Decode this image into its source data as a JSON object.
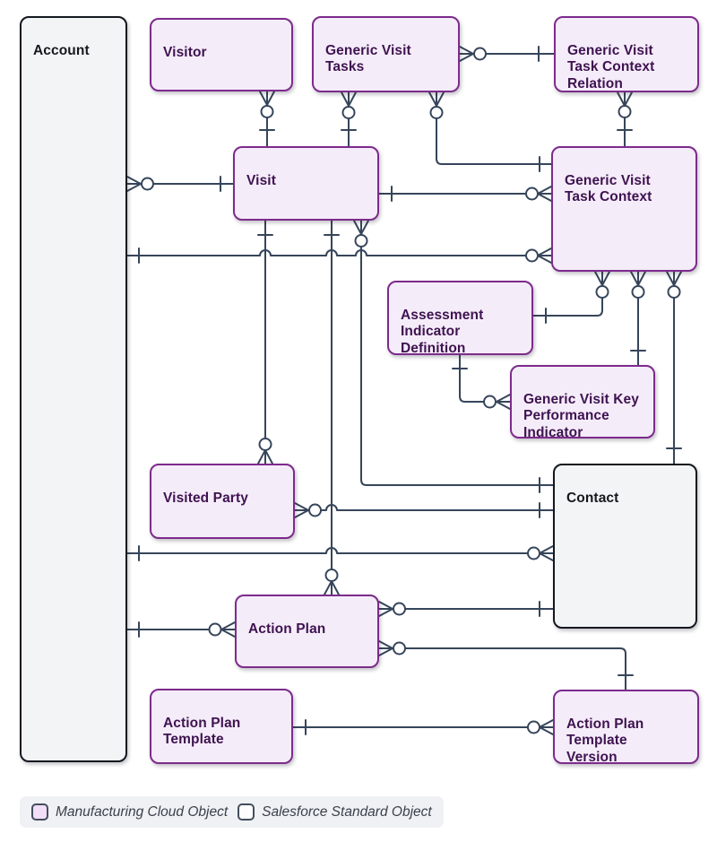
{
  "diagram": {
    "kind": "entity-relationship-diagram",
    "notation": "crows-foot"
  },
  "entities": {
    "account": {
      "label": "Account",
      "category": "Salesforce Standard Object"
    },
    "visitor": {
      "label": "Visitor",
      "category": "Manufacturing Cloud Object"
    },
    "generic_visit_tasks": {
      "label": "Generic Visit\nTasks",
      "category": "Manufacturing Cloud Object"
    },
    "generic_visit_task_context_relation": {
      "label": "Generic Visit\nTask Context\nRelation",
      "category": "Manufacturing Cloud Object"
    },
    "visit": {
      "label": "Visit",
      "category": "Manufacturing Cloud Object"
    },
    "generic_visit_task_context": {
      "label": "Generic Visit\nTask Context",
      "category": "Manufacturing Cloud Object"
    },
    "assessment_indicator_definition": {
      "label": "Assessment\nIndicator\nDefinition",
      "category": "Manufacturing Cloud Object"
    },
    "generic_visit_key_performance_indicator": {
      "label": "Generic Visit Key\nPerformance\nIndicator",
      "category": "Manufacturing Cloud Object"
    },
    "visited_party": {
      "label": "Visited Party",
      "category": "Manufacturing Cloud Object"
    },
    "contact": {
      "label": "Contact",
      "category": "Salesforce Standard Object"
    },
    "action_plan": {
      "label": "Action Plan",
      "category": "Manufacturing Cloud Object"
    },
    "action_plan_template": {
      "label": "Action Plan\nTemplate",
      "category": "Manufacturing Cloud Object"
    },
    "action_plan_template_version": {
      "label": "Action Plan\nTemplate\nVersion",
      "category": "Manufacturing Cloud Object"
    }
  },
  "relationships": [
    {
      "one_side": "Visit",
      "many_side": "Visitor",
      "many_cardinality": "zero-or-many"
    },
    {
      "one_side": "Visit",
      "many_side": "Generic Visit Tasks",
      "many_cardinality": "zero-or-many"
    },
    {
      "one_side": "Generic Visit Task Context",
      "many_side": "Generic Visit Tasks",
      "many_cardinality": "zero-or-many"
    },
    {
      "one_side": "Generic Visit Task Context Relation",
      "many_side": "Generic Visit Tasks",
      "many_cardinality": "zero-or-many"
    },
    {
      "one_side": "Generic Visit Task Context",
      "many_side": "Generic Visit Task Context Relation",
      "many_cardinality": "zero-or-many"
    },
    {
      "one_side": "Visit",
      "many_side": "Account",
      "many_cardinality": "zero-or-many"
    },
    {
      "one_side": "Visit",
      "many_side": "Generic Visit Task Context",
      "many_cardinality": "zero-or-many"
    },
    {
      "one_side": "Account",
      "many_side": "Generic Visit Task Context",
      "many_cardinality": "zero-or-many"
    },
    {
      "one_side": "Visit",
      "many_side": "Visited Party",
      "many_cardinality": "zero-or-many"
    },
    {
      "one_side": "Visit",
      "many_side": "Action Plan",
      "many_cardinality": "zero-or-many"
    },
    {
      "one_side": "Contact",
      "many_side": "Visit",
      "many_cardinality": "zero-or-many"
    },
    {
      "one_side": "Contact",
      "many_side": "Visited Party",
      "many_cardinality": "zero-or-many"
    },
    {
      "one_side": "Account",
      "many_side": "Contact",
      "many_cardinality": "zero-or-many"
    },
    {
      "one_side": "Account",
      "many_side": "Action Plan",
      "many_cardinality": "zero-or-many"
    },
    {
      "one_side": "Contact",
      "many_side": "Action Plan",
      "many_cardinality": "zero-or-many"
    },
    {
      "one_side": "Action Plan Template Version",
      "many_side": "Action Plan",
      "many_cardinality": "zero-or-many"
    },
    {
      "one_side": "Action Plan Template",
      "many_side": "Action Plan Template Version",
      "many_cardinality": "zero-or-many"
    },
    {
      "one_side": "Assessment Indicator Definition",
      "many_side": "Generic Visit Task Context",
      "many_cardinality": "zero-or-many"
    },
    {
      "one_side": "Generic Visit Key Performance Indicator",
      "many_side": "Generic Visit Task Context",
      "many_cardinality": "zero-or-many"
    },
    {
      "one_side": "Contact",
      "many_side": "Generic Visit Task Context",
      "many_cardinality": "zero-or-many"
    },
    {
      "one_side": "Assessment Indicator Definition",
      "many_side": "Generic Visit Key Performance Indicator",
      "many_cardinality": "zero-or-many"
    }
  ],
  "legend": {
    "items": [
      {
        "label": "Manufacturing Cloud Object",
        "swatch": "manufacturing-cloud"
      },
      {
        "label": "Salesforce Standard Object",
        "swatch": "salesforce-standard"
      }
    ]
  },
  "colors": {
    "manufacturing_fill": "#f5ecf9",
    "manufacturing_border": "#7d2b8c",
    "manufacturing_text": "#3e1350",
    "standard_fill": "#f3f4f6",
    "standard_border": "#14181f",
    "connector_line": "#36455a",
    "legend_background": "#eff1f4"
  }
}
